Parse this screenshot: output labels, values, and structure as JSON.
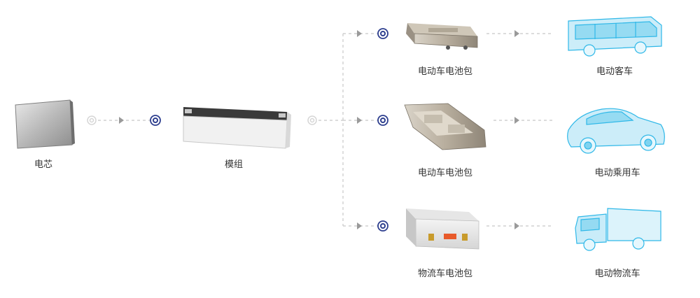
{
  "nodes": {
    "cell": {
      "label": "电芯"
    },
    "module": {
      "label": "模组"
    },
    "pack_bus": {
      "label": "电动车电池包"
    },
    "pack_car": {
      "label": "电动车电池包"
    },
    "pack_logistics": {
      "label": "物流车电池包"
    },
    "vehicle_bus": {
      "label": "电动客车"
    },
    "vehicle_car": {
      "label": "电动乘用车"
    },
    "vehicle_truck": {
      "label": "电动物流车"
    }
  },
  "colors": {
    "connector": "#c8c8c8",
    "arrow": "#9a9a9a",
    "active_ring": "#2e3f8f",
    "idle_ring": "#d6d6d6",
    "vehicle_tint": "#2fb8e8"
  }
}
